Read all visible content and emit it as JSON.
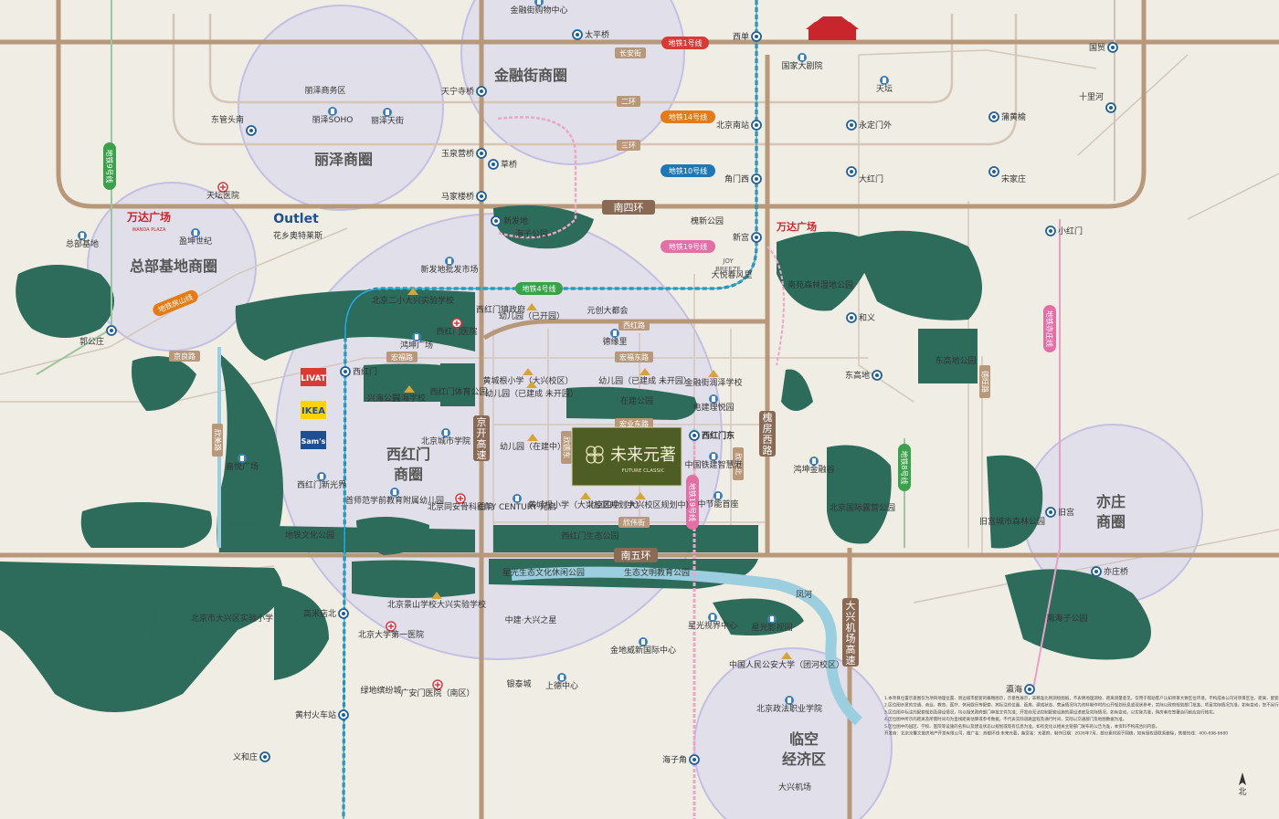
{
  "project": {
    "name": "未来元著",
    "name_en": "FUTURE CLASSIC",
    "mark_icon": "project-logo-icon"
  },
  "zones": [
    {
      "name": "金融街商圈"
    },
    {
      "name": "丽泽商圈"
    },
    {
      "name": "总部基地商圈"
    },
    {
      "name": "西红门",
      "name2": "商圈"
    },
    {
      "name": "亦庄",
      "name2": "商圈"
    },
    {
      "name": "临空",
      "name2": "经济区"
    }
  ],
  "ring_roads": [
    "南四环",
    "南五环"
  ],
  "highways": [
    {
      "name": "京开高速",
      "chars": [
        "京",
        "开",
        "高",
        "速"
      ]
    },
    {
      "name": "槐房西路",
      "chars": [
        "槐",
        "房",
        "西",
        "路"
      ]
    },
    {
      "name": "大兴机场高速",
      "chars": [
        "大",
        "兴",
        "机",
        "场",
        "高",
        "速"
      ]
    }
  ],
  "small_road_badges": [
    "长安街",
    "二环",
    "三环",
    "西红路",
    "宏福路",
    "宏福东路",
    "宏业东路",
    "欣德东",
    "欣伟街",
    "欣旺北",
    "京良路",
    "欣美路",
    "德旺路"
  ],
  "metro_badges": [
    "地铁1号线",
    "地铁14号线",
    "地铁10号线",
    "地铁19号线",
    "地铁4号线",
    "地铁9号线",
    "地铁房山线",
    "地铁亦庄线",
    "地铁8号线",
    "地铁19号线"
  ],
  "stations": [
    "西单",
    "太平桥",
    "天宁寺桥",
    "玉泉营桥",
    "草桥",
    "马家楼桥",
    "新发地",
    "新宫",
    "北京南站",
    "角门西",
    "东管头南",
    "郭公庄",
    "西红门",
    "西红门东",
    "高米店北",
    "黄村火车站",
    "义和庄",
    "国贸",
    "十里河",
    "永定门外",
    "蒲黄榆",
    "大红门",
    "宋家庄",
    "小红门",
    "和义",
    "东高地",
    "旧宫",
    "亦庄桥",
    "瀛海",
    "海子角"
  ],
  "places": [
    "金融街购物中心",
    "国家大剧院",
    "天坛",
    "丽泽商务区",
    "丽泽SOHO",
    "丽泽天街",
    "天坛医院",
    "总部基地",
    "盈坤世纪",
    "花乡奥特莱斯",
    "海子公园",
    "槐新公园",
    "大悦春风里",
    "新发地批发市场",
    "北京二小大兴实验学校",
    "西红门镇政府",
    "西红门医院",
    "鸿坤广场",
    "兴海公园",
    "兴海学校",
    "西红门体育公园",
    "北京城市学院",
    "嘉悦广场",
    "西红门新光界",
    "首师范学前教育附属幼儿园",
    "北京同安骨科医院",
    "幼儿园（已开园）",
    "元创大都会",
    "德缘里",
    "黄城根小学（大兴校区）",
    "幼儿园（已建成 未开园）",
    "幼儿园（已建成 未开园）",
    "金融街润泽学校",
    "在建公园",
    "电建理悦园",
    "幼儿园（在建中）",
    "CITY CENTURY 元启",
    "黄城根小学（大兴校区规划中）",
    "北京四中（大兴校区规划中）",
    "中国铁建智慧港",
    "中节能首座",
    "鸿坤金融谷",
    "南苑森林湿地公园",
    "东高地公园",
    "北京国际露营公园",
    "旧宫城市森林公园",
    "西红门生态公园",
    "地铁文化公园",
    "星光生态文化休闲公园",
    "生态文明教育公园",
    "北京景山学校大兴实验学校",
    "中建·大兴之星",
    "北京市大兴区实验小学",
    "北京大学第一医院",
    "绿地缤纷城",
    "广安门医院（南区）",
    "银泰城",
    "上德中心",
    "金地威新国际中心",
    "星光视界中心",
    "星光影视园",
    "中国人民公安大学（团河校区）",
    "北京政法职业学院",
    "南海子公园",
    "凤河",
    "大兴机场"
  ],
  "brands": [
    "万达广场",
    "WANDA PLAZA",
    "Outlet",
    "LIVAT",
    "IKEA",
    "Sam's",
    "JOY",
    "BREEZE",
    "万达广场"
  ],
  "disclaimer": [
    "1.本项目位置示意图仅为项目地理位置、周边城市配套的概略图示，示意性展示，非精准比例测绘图纸，不表明地理测绘、距离测量意见，仅用于帮助客户认知项目大致区位环境，不构成本公司对项目区位、距离、配套、交通条件的要约及承诺。",
    "2.区位图示意的交通、商业、教育、医疗、休闲娱乐等配套，其标注的位置、距离、建成状态、营运情况均为资料制作时的公开规划信息或现状参考，实际以政府规划部门批准、项目实际情况为准，如有变动，恕不另行通知，仅供参考。",
    "3.区位图中标注的配套规划及建设情况，均以相关政府部门审批文件为准；开发商无法控制配套设施的建设进度及实际情况，如有变动，以实际为准，购房者在签署合同前应自行核实。",
    "4.区位图中所示的距离及所需时间均为直线距离估算或参考数据，不代表实际道路里程及通行时间，实际以交通部门及地图数据为准。",
    "5.区位图中的园区、学校、医院等设施的名称以及建设状态以规划或现有信息为准，如有变化以相关主管部门发布的公告为准，本资料不构成合同内容。",
    "开发商：北京京馨文旅房地产开发有限公司，推广名：首都环线·未来元著，备案名：元著府，制作日期：2026年7月，部分素材源于网络，如有侵权请联系删除，售楼热线：400-698-6680"
  ],
  "north_label": "北",
  "colors": {
    "bg": "#f0ede4",
    "ring": "#b8987a",
    "green": "#2d6b5b",
    "zone": "#d3d0ea",
    "metro": "#1f5f94",
    "badge_blue": "#1f78b4",
    "badge_green": "#3aa04a",
    "badge_orange": "#e57b14",
    "badge_pink": "#e46fa7",
    "badge_red": "#d93a36",
    "river": "#9bcfe0",
    "project_bg": "#4e5d24"
  }
}
